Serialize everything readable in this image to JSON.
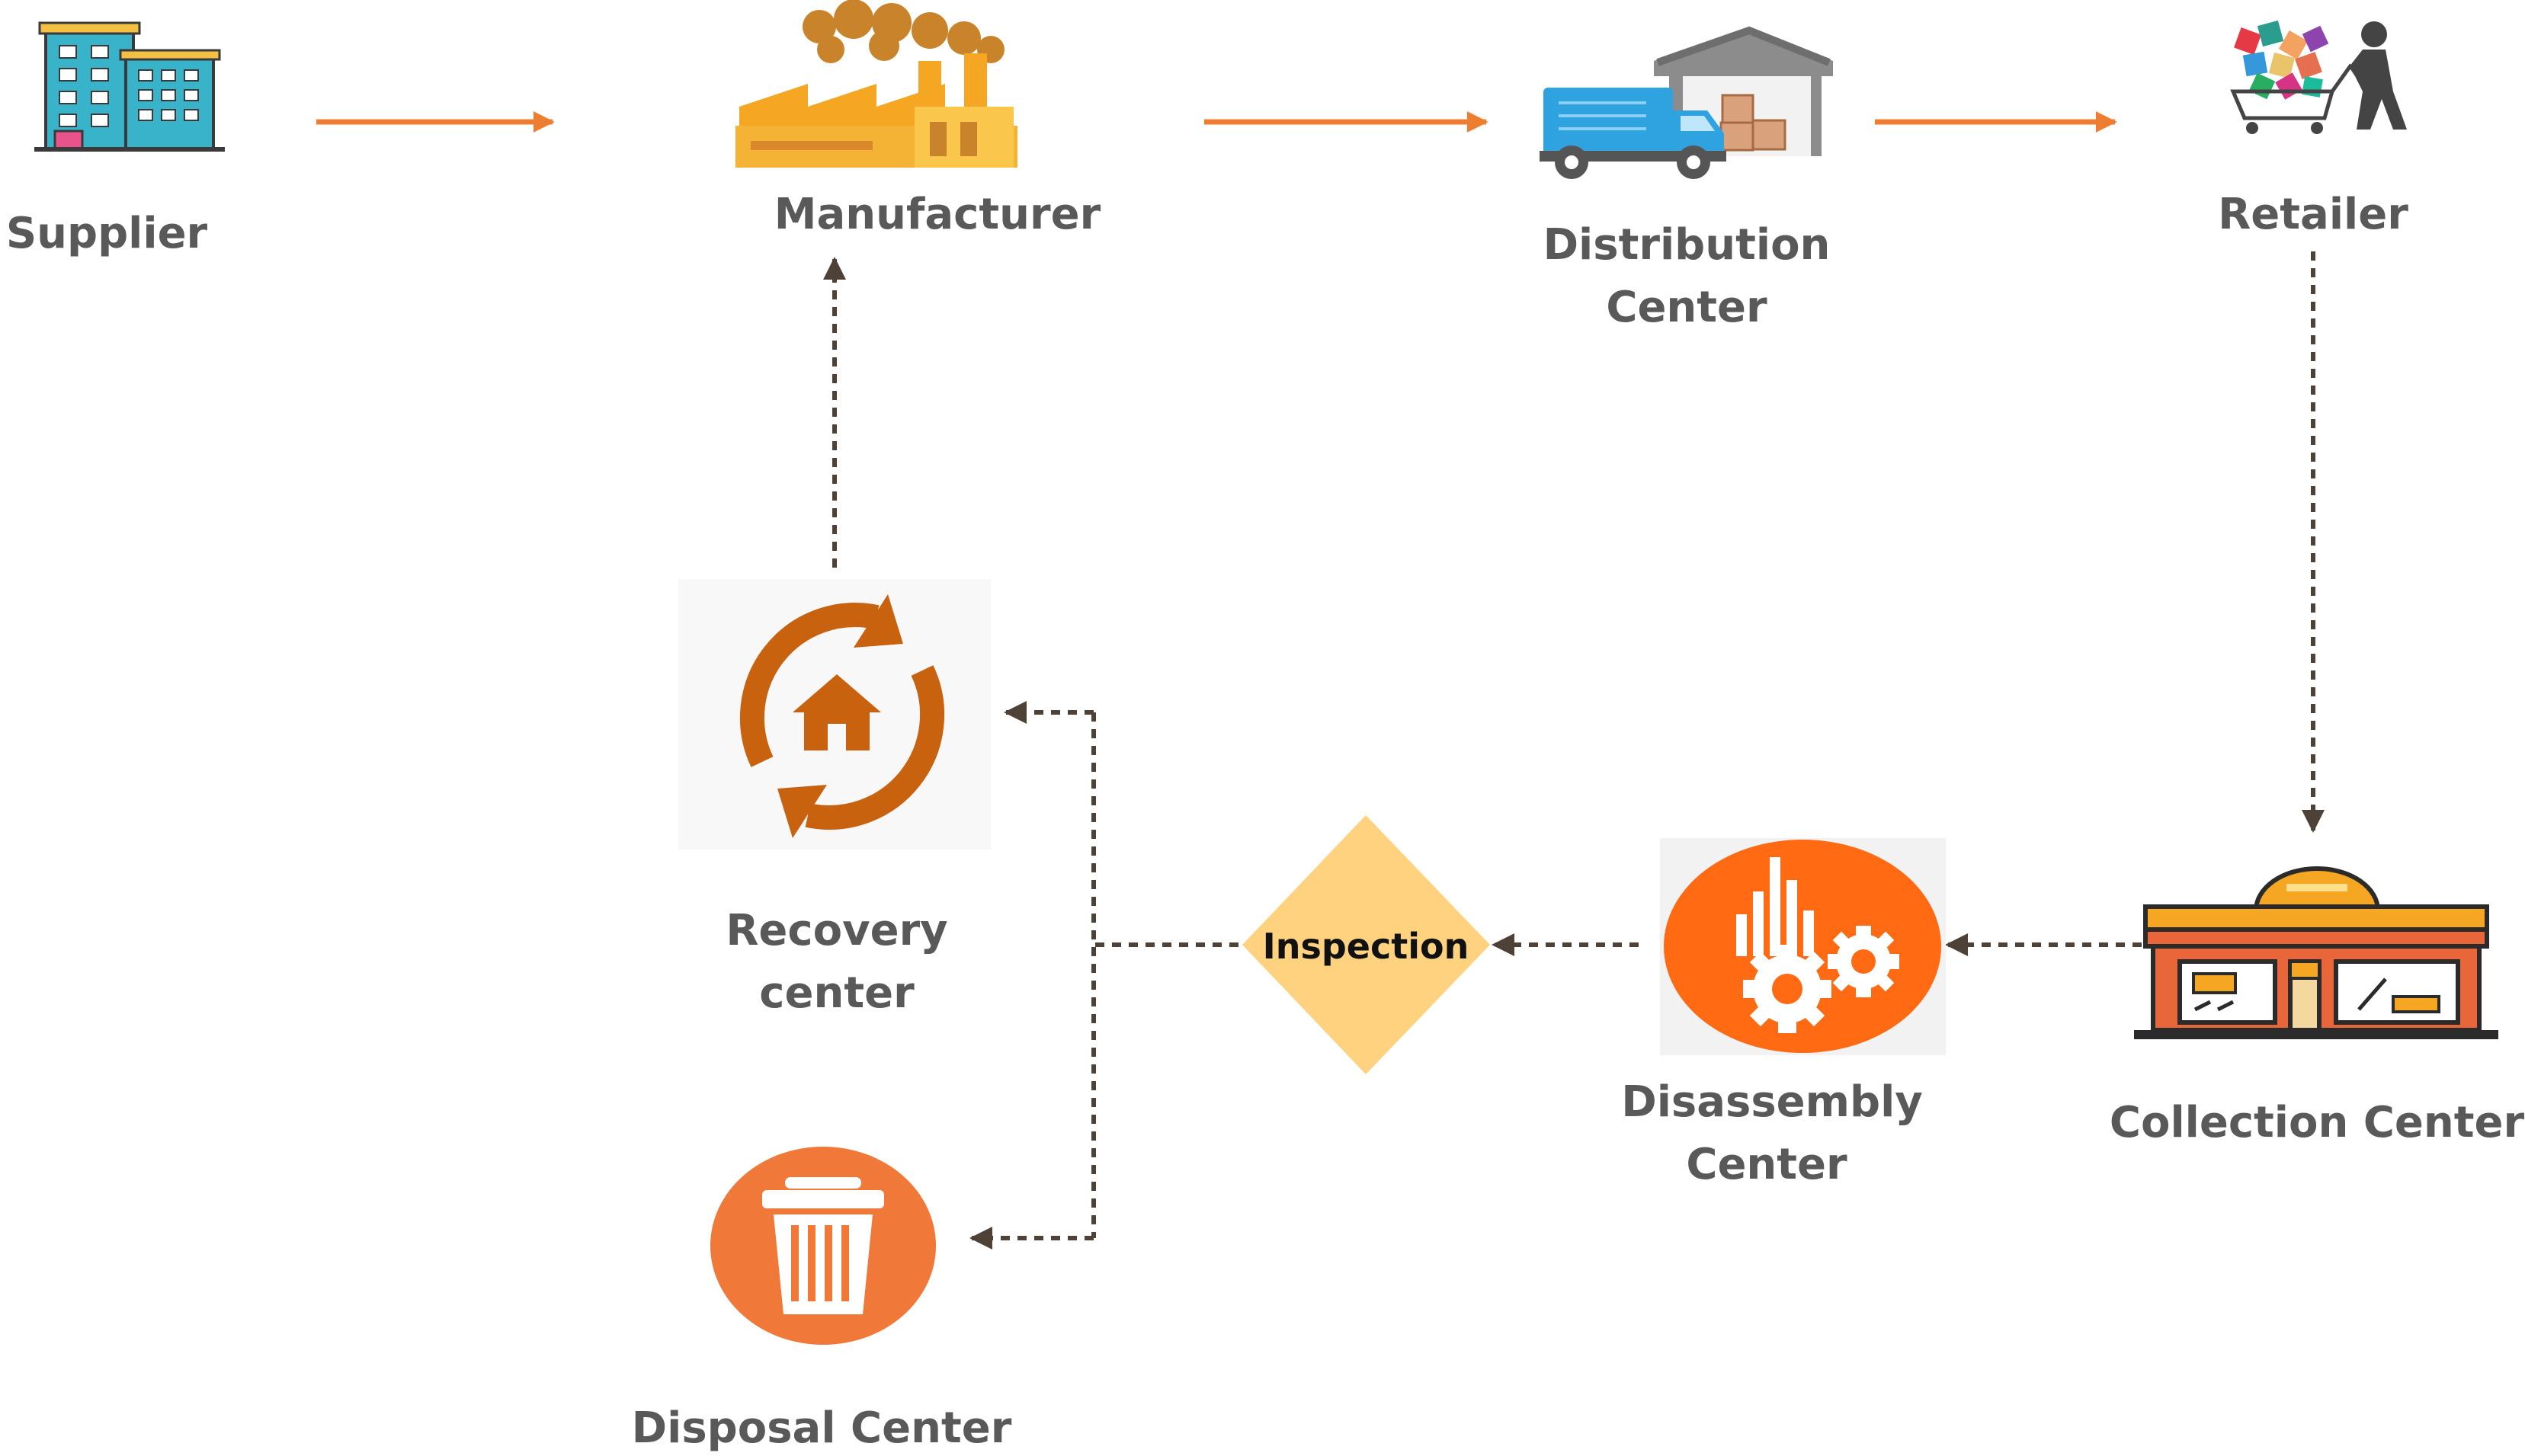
{
  "nodes": {
    "supplier": {
      "label": "Supplier"
    },
    "manufacturer": {
      "label": "Manufacturer"
    },
    "distribution": {
      "label_line1": "Distribution",
      "label_line2": "Center"
    },
    "retailer": {
      "label": "Retailer"
    },
    "recovery": {
      "label_line1": "Recovery",
      "label_line2": "center"
    },
    "inspection": {
      "label": "Inspection"
    },
    "disassembly": {
      "label_line1": "Disassembly",
      "label_line2": "Center"
    },
    "collection": {
      "label": "Collection Center"
    },
    "disposal": {
      "label": "Disposal Center"
    }
  },
  "colors": {
    "forward_flow": "#ED7D31",
    "reverse_flow": "#4D4138",
    "label_text": "#595959",
    "inspection_fill": "#FFD27F",
    "disassembly_fill": "#FF6A13",
    "disposal_fill": "#F07838",
    "recovery_icon": "#C8620F"
  },
  "icons": {
    "supplier": "building-icon",
    "manufacturer": "factory-icon",
    "distribution": "delivery-truck-warehouse-icon",
    "retailer": "shopping-cart-icon",
    "recovery": "recycle-home-icon",
    "disassembly": "gears-chart-icon",
    "collection": "storefront-icon",
    "disposal": "trash-bin-icon"
  }
}
